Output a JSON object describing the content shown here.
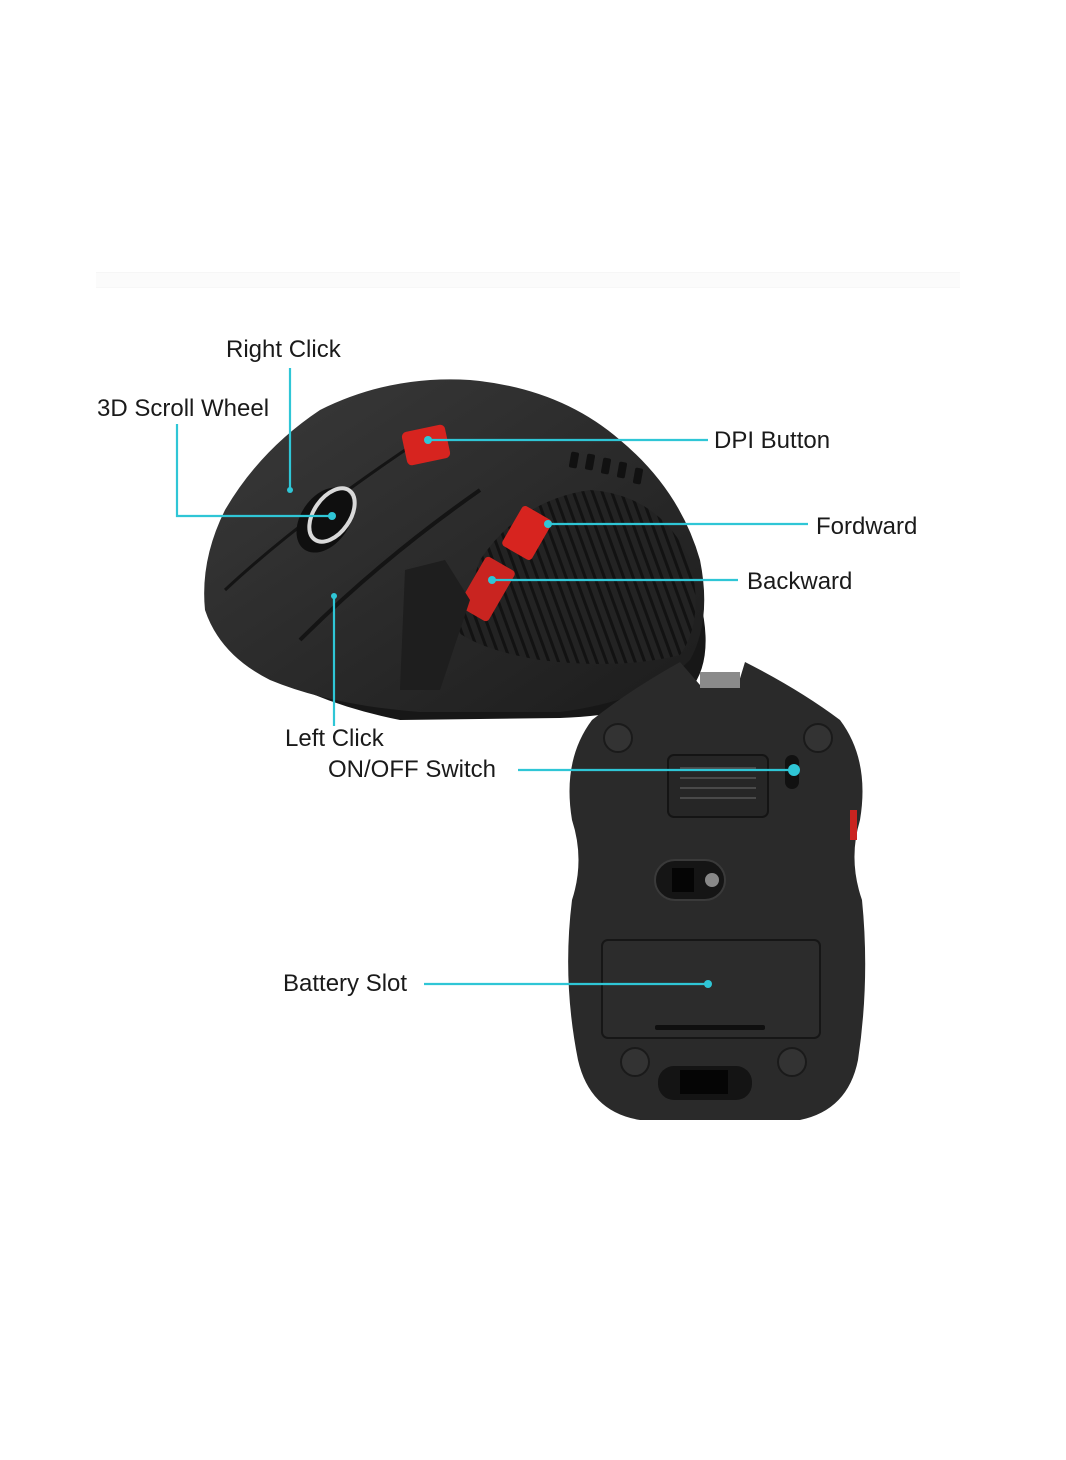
{
  "diagram": {
    "subject": "Wireless gaming mouse",
    "callout_color": "#2fc6d6",
    "accent_button_color": "#d7241f",
    "body_color": "#2b2b2b",
    "top_view_labels": [
      {
        "id": "right-click",
        "text": "Right Click"
      },
      {
        "id": "scroll-wheel",
        "text": "3D Scroll Wheel"
      },
      {
        "id": "dpi-button",
        "text": "DPI Button"
      },
      {
        "id": "forward",
        "text": "Fordward"
      },
      {
        "id": "backward",
        "text": "Backward"
      },
      {
        "id": "left-click",
        "text": "Left Click"
      }
    ],
    "bottom_view_labels": [
      {
        "id": "on-off-switch",
        "text": "ON/OFF Switch"
      },
      {
        "id": "battery-slot",
        "text": "Battery Slot"
      }
    ]
  }
}
